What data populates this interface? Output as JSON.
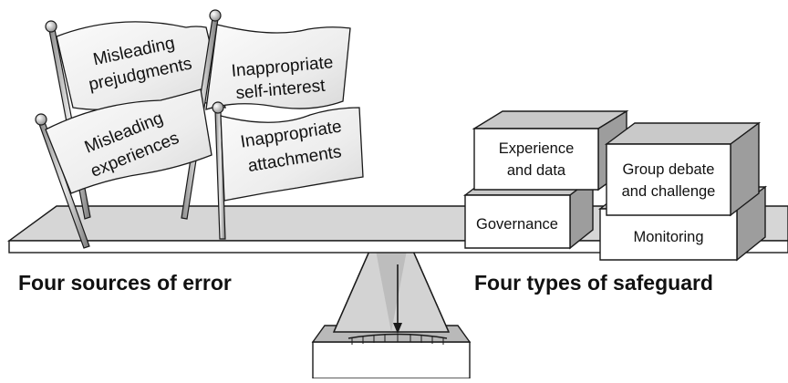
{
  "diagram": {
    "left_caption": "Four sources of error",
    "right_caption": "Four types of safeguard",
    "flags": [
      {
        "line1": "Misleading",
        "line2": "prejudgments"
      },
      {
        "line1": "Inappropriate",
        "line2": "self-interest"
      },
      {
        "line1": "Misleading",
        "line2": "experiences"
      },
      {
        "line1": "Inappropriate",
        "line2": "attachments"
      }
    ],
    "boxes": [
      {
        "line1": "Experience",
        "line2": "and data"
      },
      {
        "line1": "Group debate",
        "line2": "and challenge"
      },
      {
        "line1": "Governance"
      },
      {
        "line1": "Monitoring"
      }
    ],
    "colors": {
      "flag_fill": "#f1f1f1",
      "box_top": "#c9c9c9",
      "box_side": "#9d9d9d",
      "beam_top": "#d6d6d6",
      "outline": "#1a1a1a"
    }
  }
}
